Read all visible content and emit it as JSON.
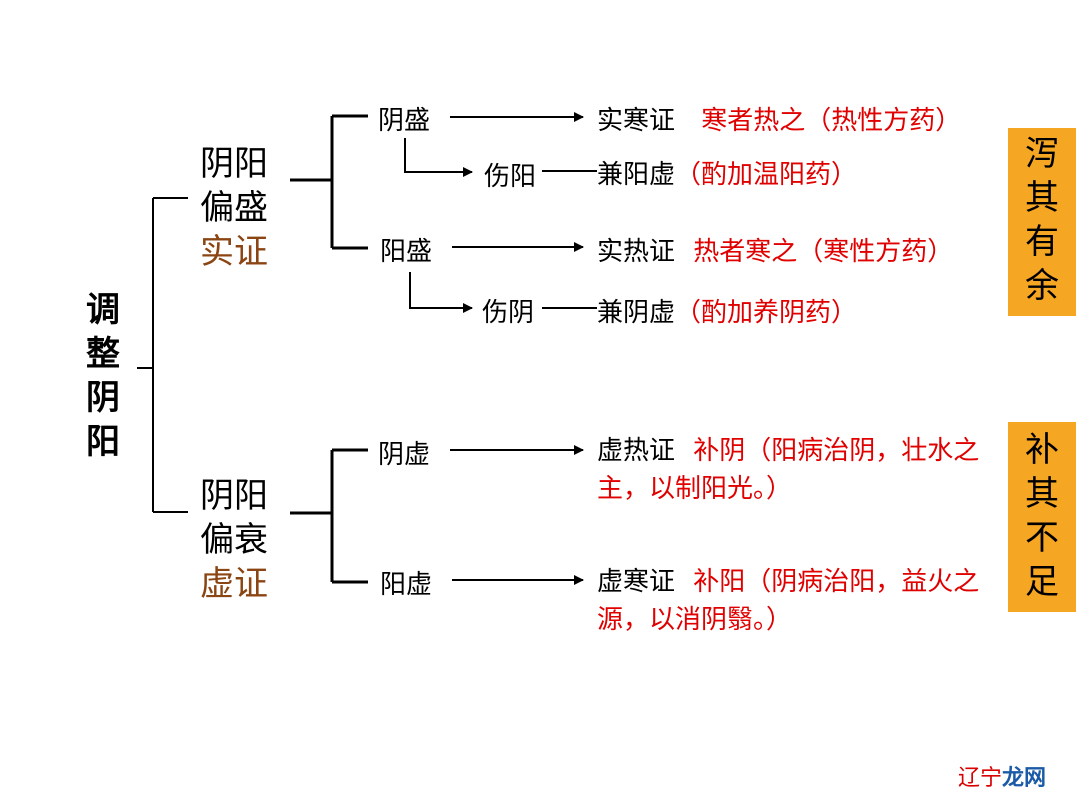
{
  "root_label": [
    "调",
    "整",
    "阴",
    "阳"
  ],
  "excess_group": {
    "line1": "阴阳",
    "line2": "偏盛",
    "line3": "实证"
  },
  "deficiency_group": {
    "line1": "阴阳",
    "line2": "偏衰",
    "line3": "虚证"
  },
  "nodes": {
    "yin_excess": "阴盛",
    "yang_excess": "阳盛",
    "damage_yang": "伤阳",
    "damage_yin": "伤阴",
    "yin_deficiency": "阴虚",
    "yang_deficiency": "阳虚"
  },
  "rows": {
    "r1": {
      "syndrome": "实寒证",
      "treatment": "寒者热之（热性方药）"
    },
    "r2": {
      "syndrome": "兼阳虚",
      "treatment": "（酌加温阳药）"
    },
    "r3": {
      "syndrome": "实热证",
      "treatment": "热者寒之（寒性方药）"
    },
    "r4": {
      "syndrome": "兼阴虚",
      "treatment": "（酌加养阴药）"
    },
    "r5": {
      "syndrome": "虚热证",
      "treatment": "补阴（阳病治阴，壮水之主，以制阳光。）"
    },
    "r6": {
      "syndrome": "虚寒证",
      "treatment": "补阳（阴病治阳，益火之源，以消阴翳。）"
    }
  },
  "principle_boxes": {
    "top": [
      "泻",
      "其",
      "有",
      "余"
    ],
    "bottom": [
      "补",
      "其",
      "不",
      "足"
    ]
  },
  "watermark": {
    "part1": "辽宁",
    "part2": "龙网"
  },
  "colors": {
    "box": "#f5a623",
    "treatment_text": "#e00000",
    "syndrome_accent": "#8B4513"
  }
}
